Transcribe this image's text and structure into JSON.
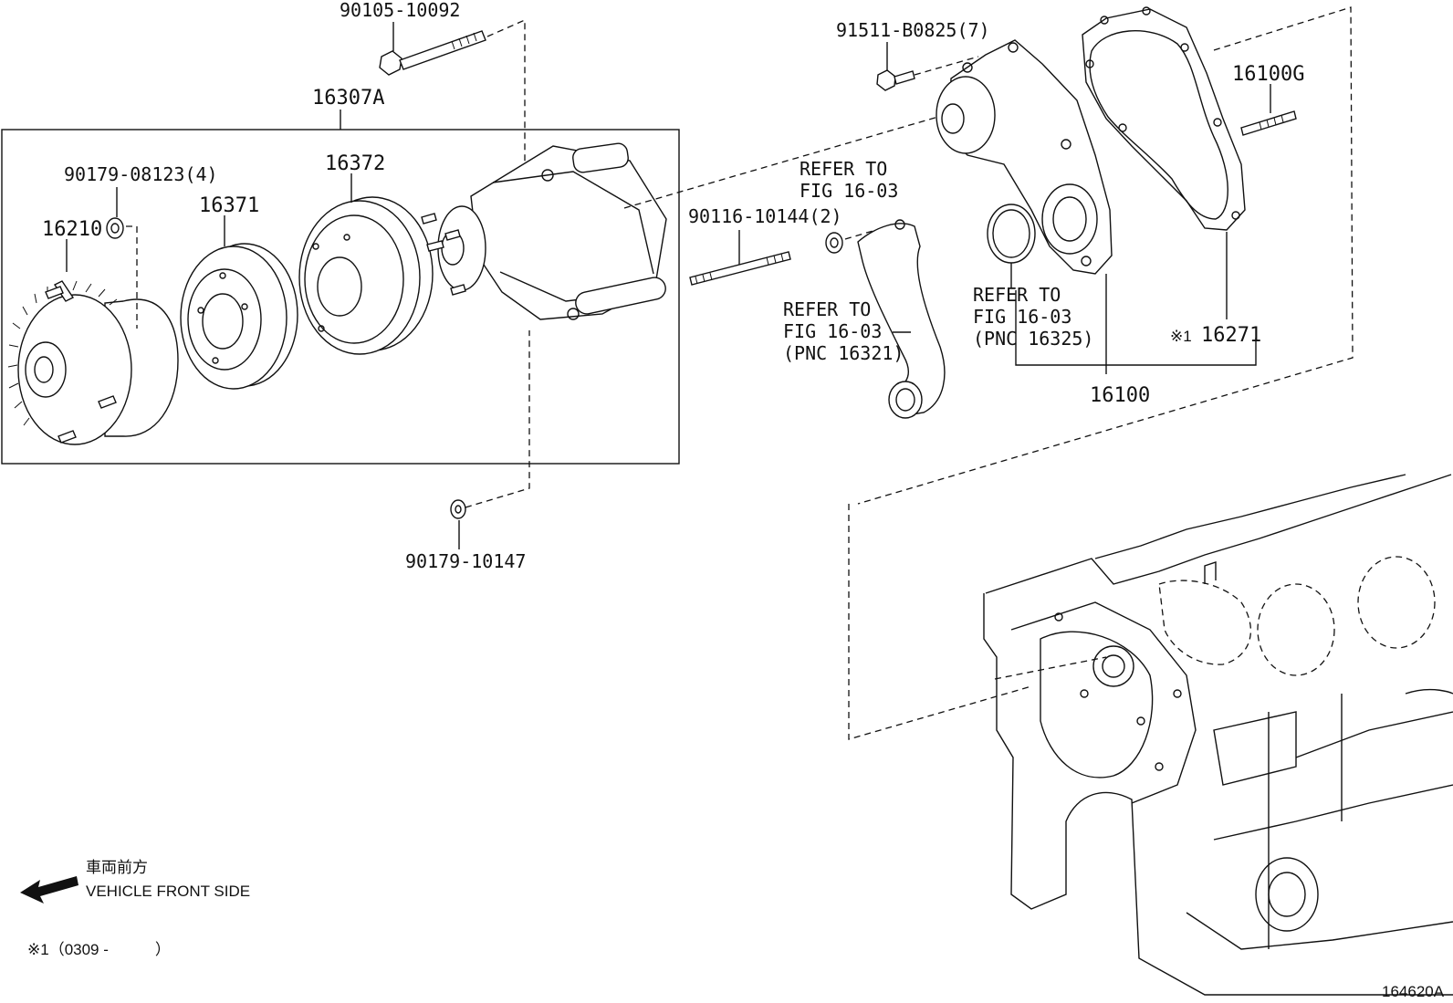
{
  "parts": {
    "bolt_top": "90105-10092",
    "assy_16307A": "16307A",
    "gasket_nut_4": "90179-08123(4)",
    "fan_clutch": "16210",
    "pulley_16371": "16371",
    "pulley_16372": "16372",
    "nut_bottom": "90179-10147",
    "stud_2": "90116-10144(2)",
    "bolt_7": "91511-B0825(7)",
    "stud_g": "16100G",
    "pump_assy": "16100",
    "gasket_16271": "16271",
    "gasket_mark": "※1"
  },
  "refer_a": {
    "line1": "REFER TO",
    "line2": "FIG 16-03"
  },
  "refer_b": {
    "line1": "REFER TO",
    "line2": "FIG 16-03",
    "line3": "(PNC 16321)"
  },
  "refer_c": {
    "line1": "REFER TO",
    "line2": "FIG 16-03",
    "line3": "(PNC 16325)"
  },
  "legend": {
    "jp": "車両前方",
    "en": "VEHICLE FRONT SIDE",
    "footnote": "※1（0309 -　　　）"
  },
  "figure_id": "164620A"
}
